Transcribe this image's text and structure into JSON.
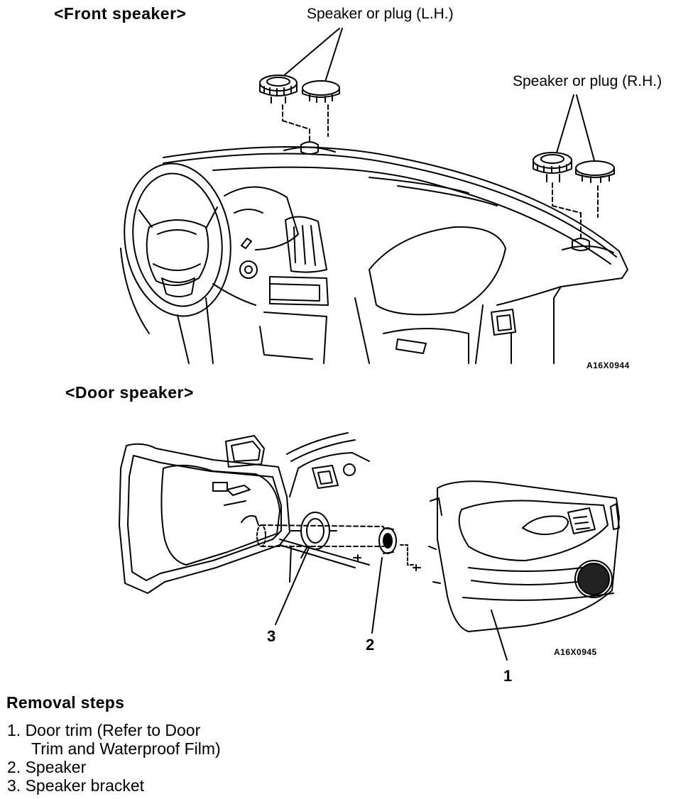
{
  "front": {
    "heading": "<Front speaker>",
    "callout_lh": "Speaker or plug (L.H.)",
    "callout_rh": "Speaker or plug (R.H.)",
    "figure_code": "A16X0944"
  },
  "door": {
    "heading": "<Door speaker>",
    "figure_code": "A16X0945",
    "labels": [
      "1",
      "2",
      "3"
    ]
  },
  "removal": {
    "title": "Removal steps",
    "steps": [
      {
        "line1": "1. Door trim (Refer to Door",
        "line2": "Trim and Waterproof Film)"
      },
      {
        "line1": "2. Speaker"
      },
      {
        "line1": "3. Speaker bracket"
      }
    ]
  }
}
